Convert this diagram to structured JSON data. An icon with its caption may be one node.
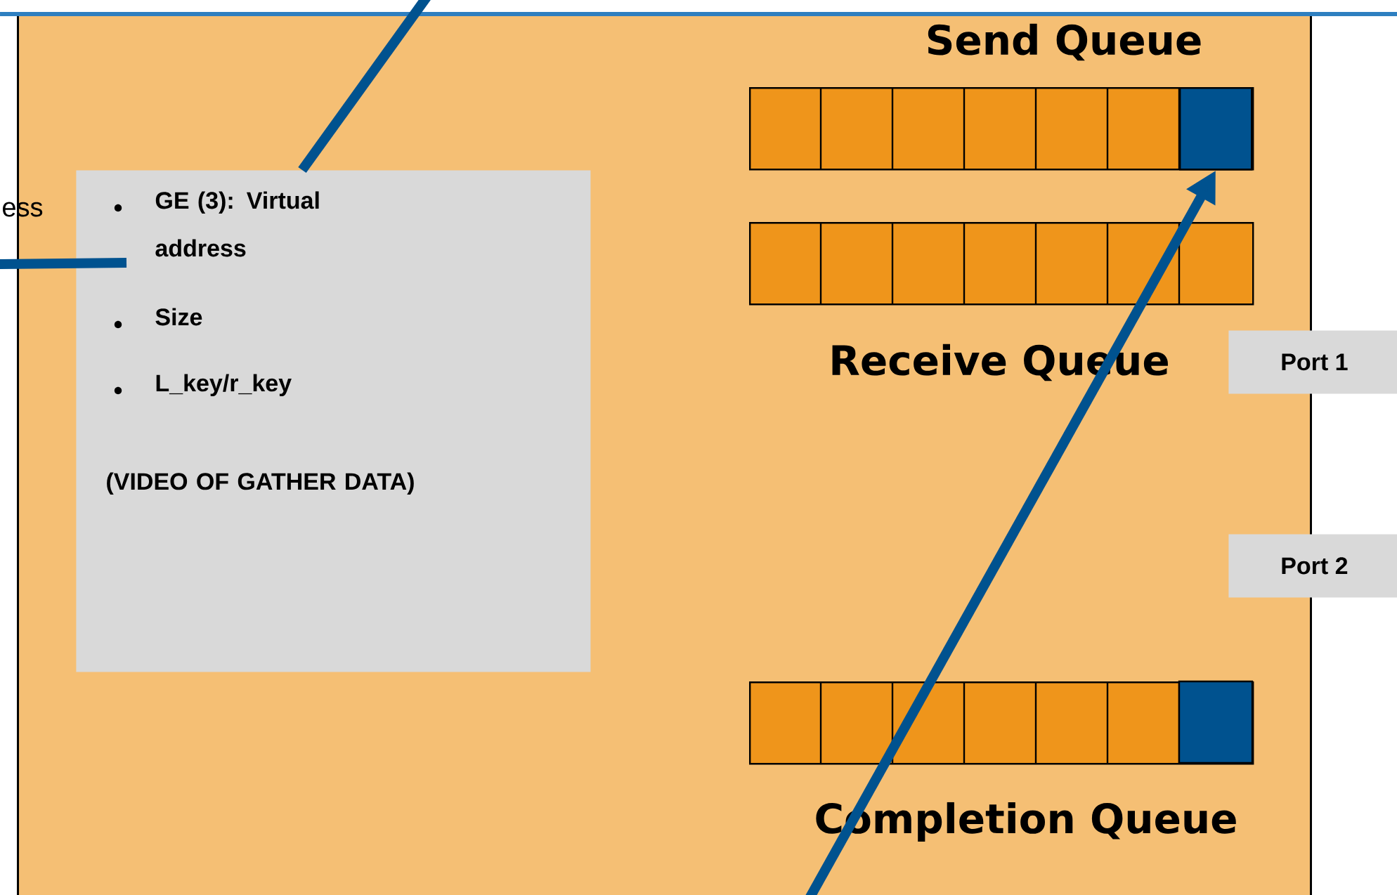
{
  "diagram": {
    "nodes": [
      {
        "text": [],
        "shape": "box"
      },
      {
        "text": [
          "GE (3): Virtual address",
          "Size",
          "L_key/r_key",
          "(VIDEO OF GATHER DATA)"
        ],
        "in": 0
      },
      {
        "text": [
          "Send Queue"
        ],
        "in": 0
      },
      {
        "text": [],
        "shape": "box",
        "in": 2
      },
      {
        "text": [
          "Receive Queue"
        ],
        "in": 0
      },
      {
        "text": [
          "Completion Queue"
        ],
        "in": 0
      },
      {
        "text": [
          "Port 1"
        ]
      },
      {
        "text": [
          "Port 2"
        ]
      }
    ],
    "edges": [
      {
        "from": null,
        "to": 1,
        "arrow": "none"
      },
      {
        "from": null,
        "to": 1,
        "arrow": "none"
      },
      {
        "from": null,
        "to": 3,
        "arrow": "to"
      }
    ],
    "labels": [
      "ess"
    ]
  }
}
